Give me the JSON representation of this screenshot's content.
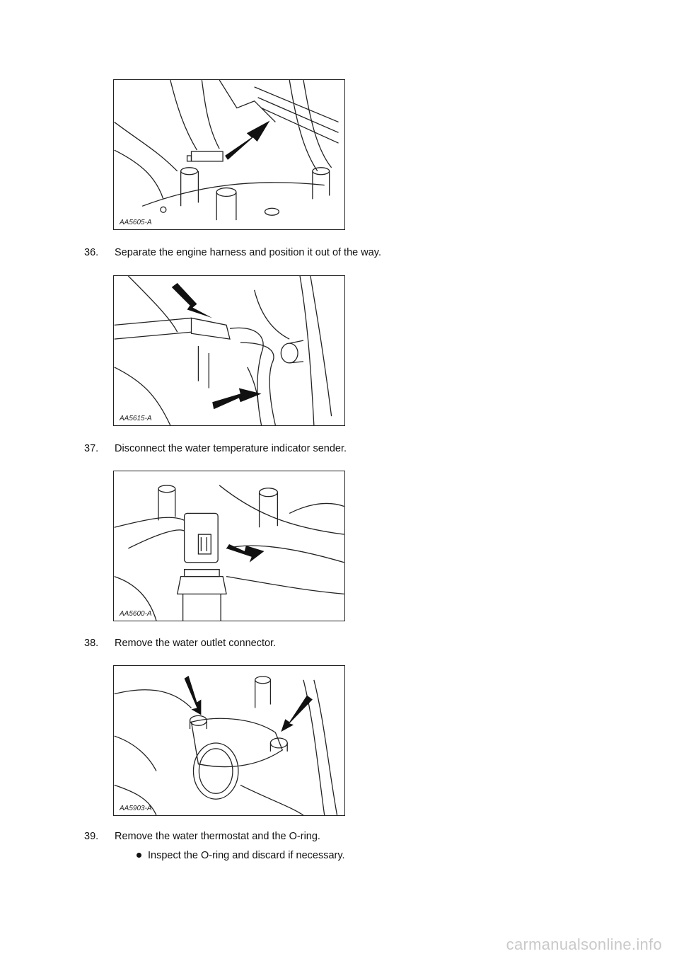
{
  "figures": [
    {
      "label": "AA5605-A"
    },
    {
      "label": "AA5615-A"
    },
    {
      "label": "AA5600-A"
    },
    {
      "label": "AA5903-A"
    }
  ],
  "steps": [
    {
      "number": "36.",
      "text": "Separate the engine harness and position it out of the way."
    },
    {
      "number": "37.",
      "text": "Disconnect the water temperature indicator sender."
    },
    {
      "number": "38.",
      "text": "Remove the water outlet connector."
    },
    {
      "number": "39.",
      "text": "Remove the water thermostat and the O-ring.",
      "bullets": [
        "Inspect the O-ring and discard if necessary."
      ]
    }
  ],
  "watermark": "carmanualsonline.info"
}
